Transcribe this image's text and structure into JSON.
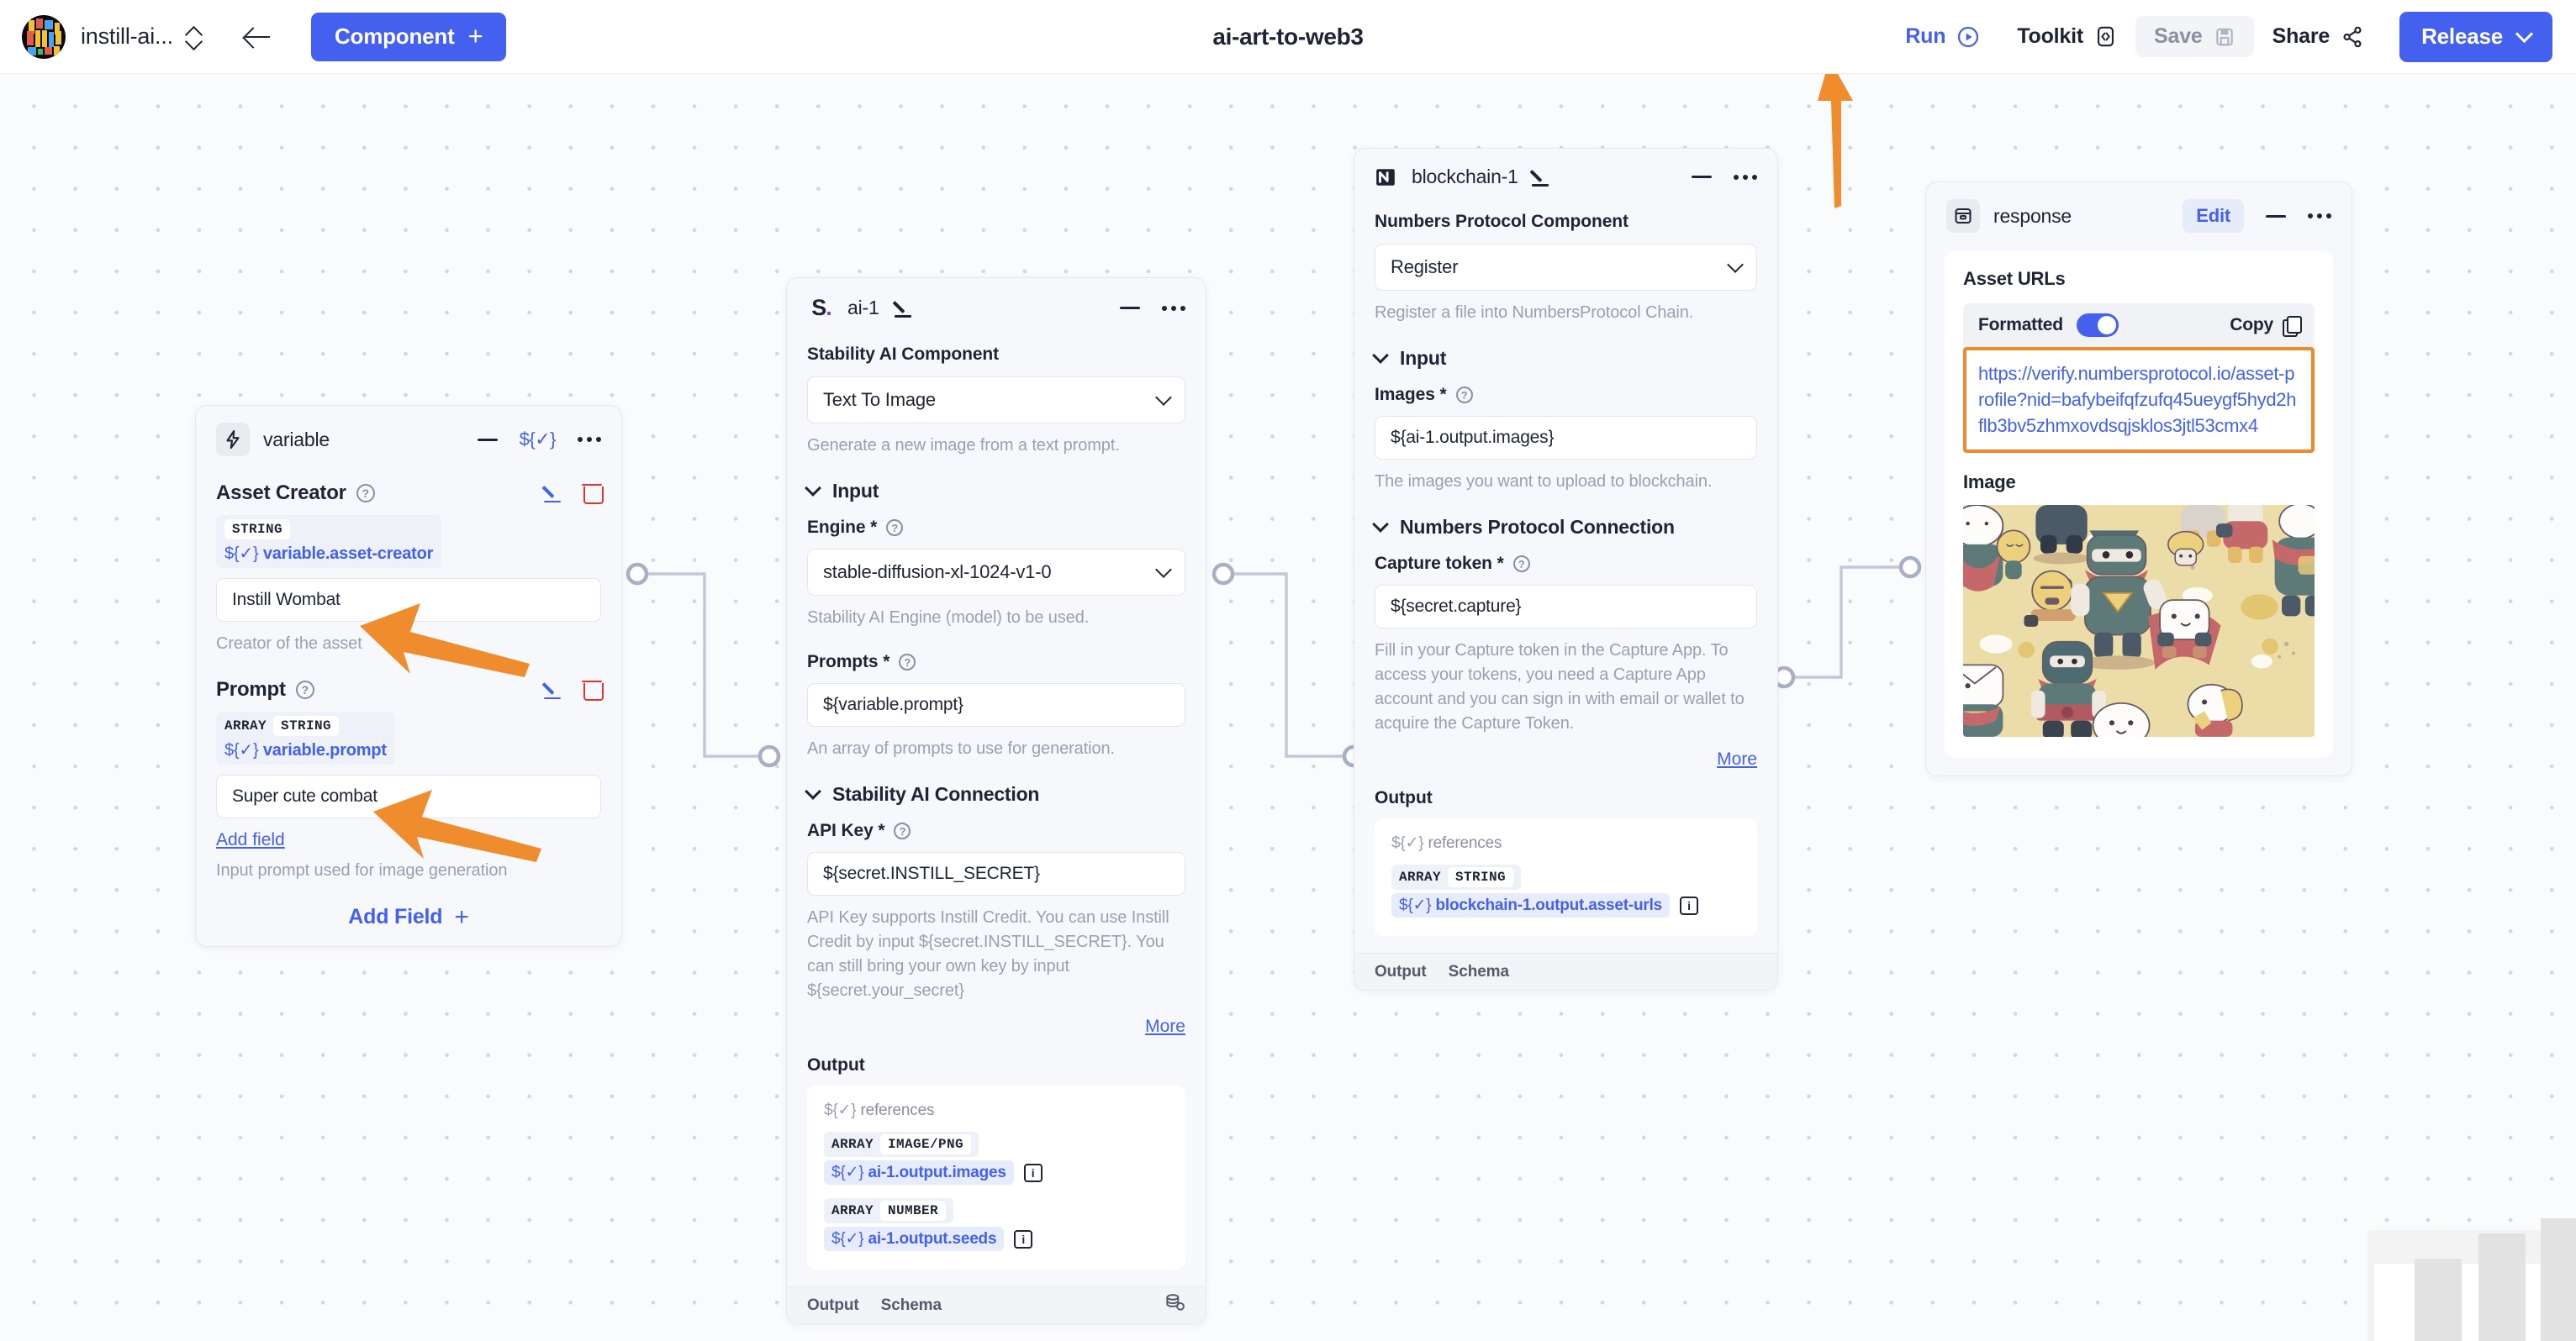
{
  "topbar": {
    "org_name": "instill-ai...",
    "component_button": "Component",
    "plus": "+",
    "pipeline_title": "ai-art-to-web3",
    "run": "Run",
    "toolkit": "Toolkit",
    "save": "Save",
    "share": "Share",
    "release": "Release"
  },
  "variable_node": {
    "title": "variable",
    "badge_icon": "lightning-icon",
    "reference_symbol": "${✓}",
    "fields": [
      {
        "title": "Asset Creator",
        "types": [
          "STRING"
        ],
        "path": "variable.asset-creator",
        "value": "Instill Wombat",
        "hint": "Creator of the asset"
      },
      {
        "title": "Prompt",
        "types": [
          "ARRAY",
          "STRING"
        ],
        "path": "variable.prompt",
        "value": "Super cute combat",
        "hint": "Input prompt used for image generation",
        "add_field_link": "Add field"
      }
    ],
    "add_field_button": "Add Field"
  },
  "ai_node": {
    "title": "ai-1",
    "badge_icon": "stability-ai-icon",
    "component_label": "Stability AI Component",
    "component_value": "Text To Image",
    "component_hint": "Generate a new image from a text prompt.",
    "input_section": "Input",
    "engine_label": "Engine *",
    "engine_value": "stable-diffusion-xl-1024-v1-0",
    "engine_hint": "Stability AI Engine (model) to be used.",
    "prompts_label": "Prompts *",
    "prompts_value": "${variable.prompt}",
    "prompts_hint": "An array of prompts to use for generation.",
    "connection_section": "Stability AI Connection",
    "apikey_label": "API Key *",
    "apikey_value": "${secret.INSTILL_SECRET}",
    "apikey_hint": "API Key supports Instill Credit. You can use Instill Credit by input ${secret.INSTILL_SECRET}. You can still bring your own key by input ${secret.your_secret}",
    "more": "More",
    "output_label": "Output",
    "references_label": "references",
    "outputs": [
      {
        "types": [
          "ARRAY",
          "IMAGE/PNG"
        ],
        "path": "ai-1.output.images"
      },
      {
        "types": [
          "ARRAY",
          "NUMBER"
        ],
        "path": "ai-1.output.seeds"
      }
    ],
    "footer": [
      "Output",
      "Schema"
    ]
  },
  "blockchain_node": {
    "title": "blockchain-1",
    "badge_icon": "numbers-protocol-icon",
    "component_label": "Numbers Protocol Component",
    "component_value": "Register",
    "component_hint": "Register a file into NumbersProtocol Chain.",
    "input_section": "Input",
    "images_label": "Images *",
    "images_value": "${ai-1.output.images}",
    "images_hint": "The images you want to upload to blockchain.",
    "connection_section": "Numbers Protocol Connection",
    "capture_label": "Capture token *",
    "capture_value": "${secret.capture}",
    "capture_hint": "Fill in your Capture token in the Capture App. To access your tokens, you need a Capture App account and you can sign in with email or wallet to acquire the Capture Token.",
    "more": "More",
    "output_label": "Output",
    "references_label": "references",
    "outputs": [
      {
        "types": [
          "ARRAY",
          "STRING"
        ],
        "path": "blockchain-1.output.asset-urls"
      }
    ],
    "footer": [
      "Output",
      "Schema"
    ]
  },
  "response_node": {
    "title": "response",
    "badge_icon": "response-box-icon",
    "edit": "Edit",
    "asset_urls_label": "Asset URLs",
    "formatted_label": "Formatted",
    "formatted_on": true,
    "copy_label": "Copy",
    "url": "https://verify.numbersprotocol.io/asset-profile?nid=bafybeifqfzufq45ueygf5hyd2hflb3bv5zhmxovdsqjsklos3jtl53cmx4",
    "image_label": "Image",
    "image_alt": "AI generated illustration of cute cartoon superhero and ninja characters on a tan background"
  },
  "colors": {
    "accent": "#4361ee",
    "annotation_orange": "#ee8c2e",
    "danger": "#e0342c",
    "canvas": "#fafbfc",
    "node_bg": "#f7f8fb"
  }
}
